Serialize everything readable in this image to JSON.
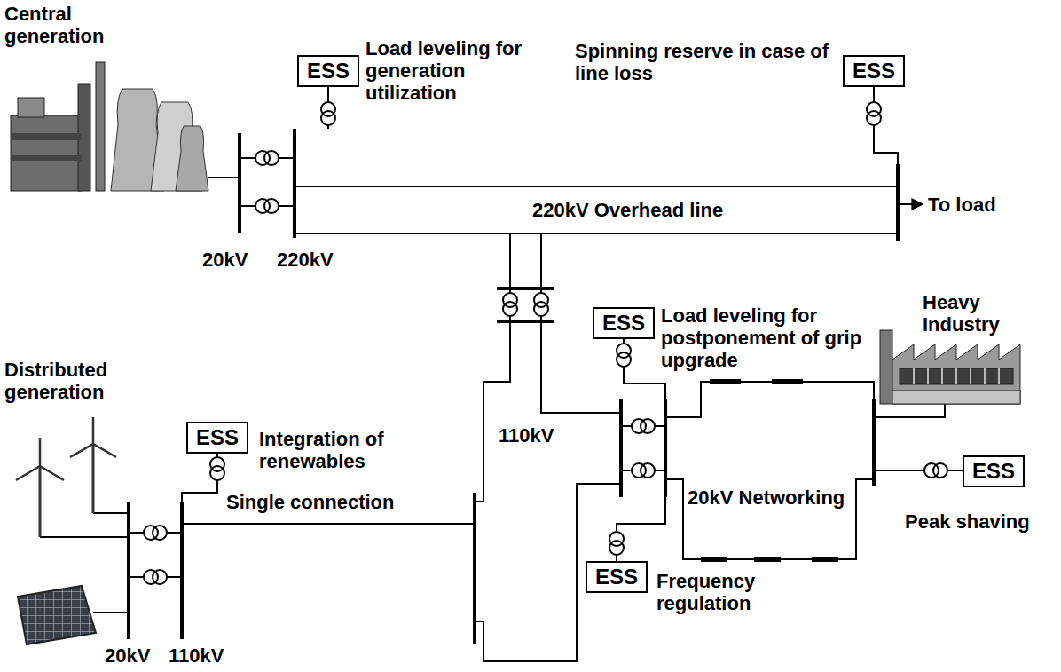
{
  "diagram": {
    "nodes": [
      {
        "text": [
          "ESS"
        ]
      },
      {
        "text": [
          "ESS"
        ]
      },
      {
        "text": [
          "ESS"
        ]
      },
      {
        "text": [
          "ESS"
        ]
      },
      {
        "text": [
          "ESS"
        ]
      },
      {
        "text": [
          "ESS"
        ]
      }
    ],
    "labels": [
      "Central generation",
      "Load leveling for generation utilization",
      "Spinning reserve in case of line loss",
      "220kV Overhead line",
      "To load",
      "20kV",
      "220kV",
      "110kV",
      "Load leveling for postponement of grip upgrade",
      "Heavy Industry",
      "Distributed generation",
      "Integration of renewables",
      "Single connection",
      "20kV Networking",
      "Frequency regulation",
      "Peak shaving",
      "20kV",
      "110kV"
    ]
  }
}
